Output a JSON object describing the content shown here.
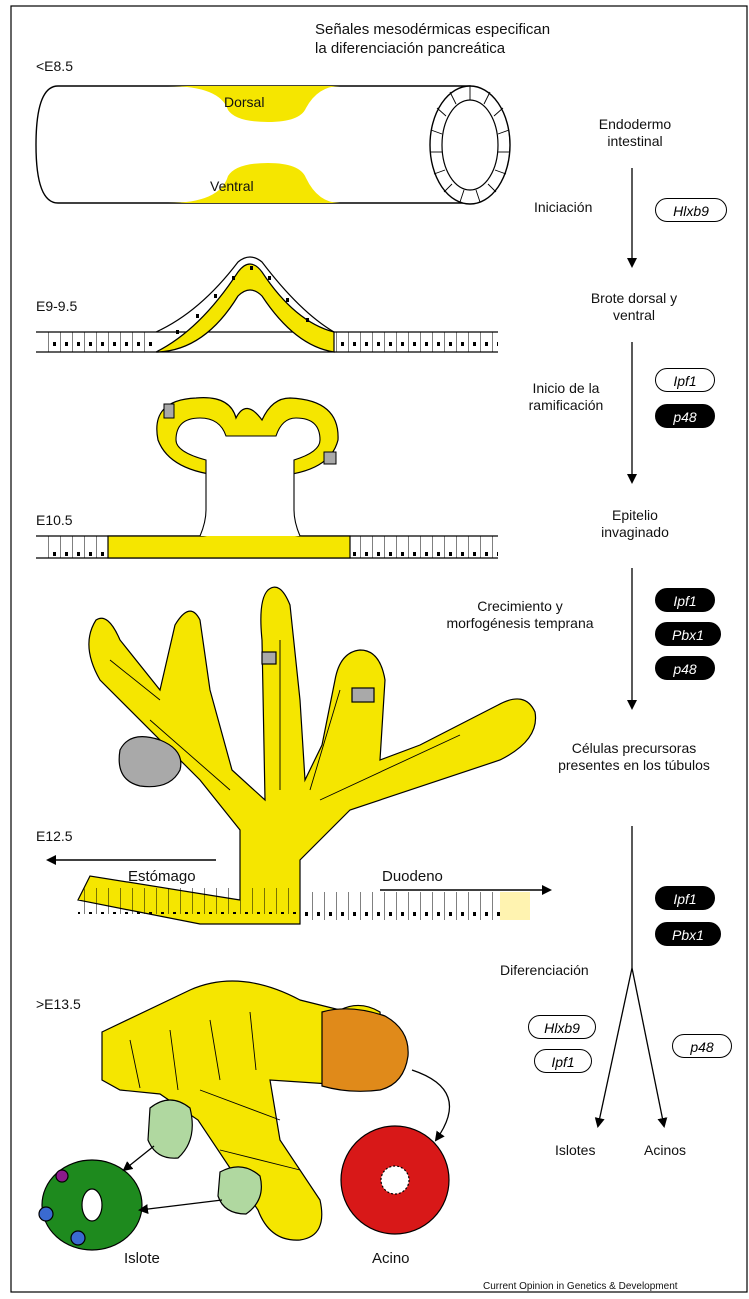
{
  "title": {
    "line1": "Señales mesodérmicas especifican",
    "line2": "la diferenciación pancreática"
  },
  "stages": {
    "s1": "<E8.5",
    "s2": "E9-9.5",
    "s3": "E10.5",
    "s4": "E12.5",
    "s5": ">E13.5"
  },
  "tube": {
    "dorsal": "Dorsal",
    "ventral": "Ventral"
  },
  "directions": {
    "stomach": "Estómago",
    "duodenum": "Duodeno"
  },
  "bottom": {
    "islet": "Islote",
    "acinus": "Acino"
  },
  "flow": {
    "step1": {
      "line1": "Endodermo",
      "line2": "intestinal"
    },
    "event1": "Iniciación",
    "step2": {
      "line1": "Brote dorsal y",
      "line2": "ventral"
    },
    "event2": {
      "line1": "Inicio de la",
      "line2": "ramificación"
    },
    "step3": {
      "line1": "Epitelio",
      "line2": "invaginado"
    },
    "event3": {
      "line1": "Crecimiento y",
      "line2": "morfogénesis temprana"
    },
    "step4": {
      "line1": "Células precursoras",
      "line2": "presentes en los túbulos"
    },
    "event4": "Diferenciación",
    "out_left": "Islotes",
    "out_right": "Acinos"
  },
  "genes": {
    "g1": "Hlxb9",
    "g2a": "Ipf1",
    "g2b": "p48",
    "g3a": "Ipf1",
    "g3b": "Pbx1",
    "g3c": "p48",
    "g4a": "Ipf1",
    "g4b": "Pbx1",
    "g5a": "Hlxb9",
    "g5b": "Ipf1",
    "g5c": "p48"
  },
  "credit": "Current Opinion in Genetics & Development",
  "colors": {
    "epithelium": "#f5e600",
    "endocrine_progenitor": "#b0d8a0",
    "acinar_progenitor": "#e08a1a",
    "acinus": "#d81818",
    "islet": "#1e8a1e",
    "grey_cells": "#a9a9a9"
  }
}
